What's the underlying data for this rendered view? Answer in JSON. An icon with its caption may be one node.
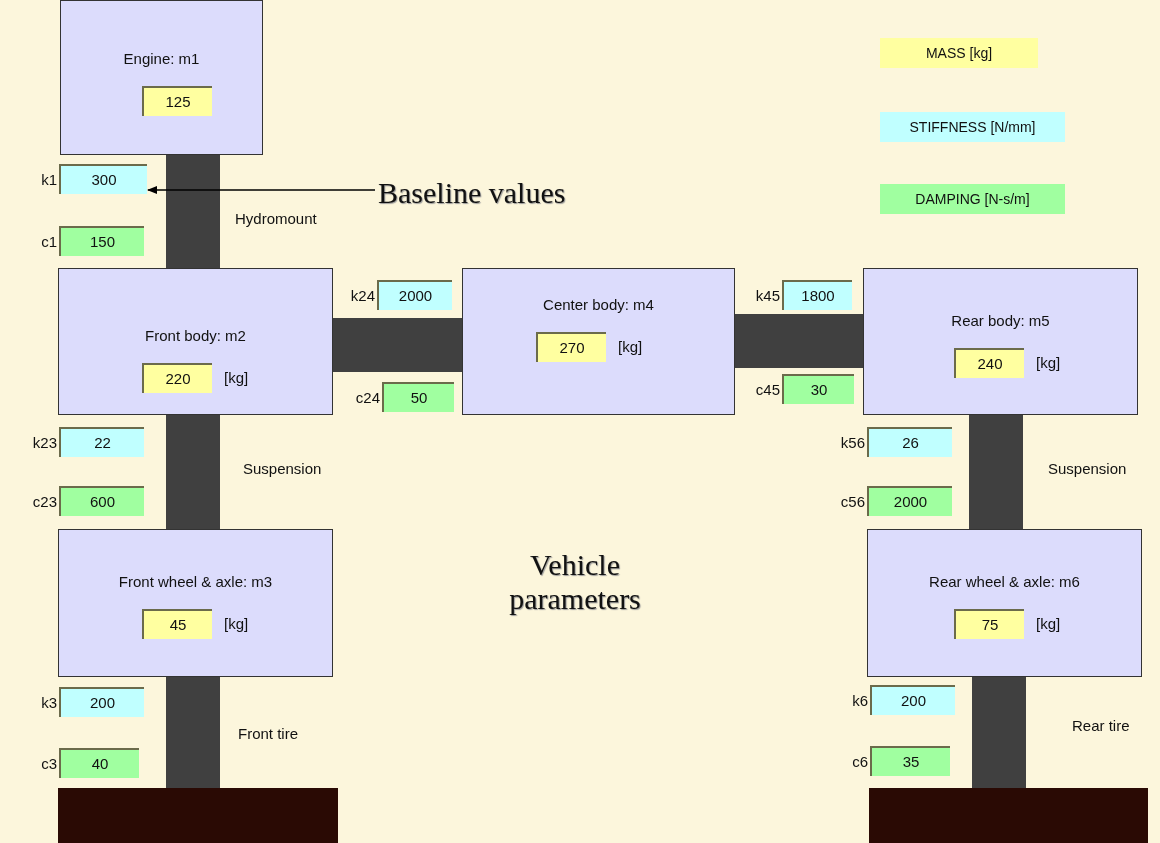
{
  "diagram": {
    "nodes": [
      {
        "text": [
          "Engine: m1",
          "125"
        ]
      },
      {
        "text": [
          "Front body: m2",
          "220",
          "[kg]"
        ]
      },
      {
        "text": [
          "Center body: m4",
          "270",
          "[kg]"
        ]
      },
      {
        "text": [
          "Rear body: m5",
          "240",
          "[kg]"
        ]
      },
      {
        "text": [
          "Front wheel & axle: m3",
          "45",
          "[kg]"
        ]
      },
      {
        "text": [
          "Rear wheel & axle: m6",
          "75",
          "[kg]"
        ]
      },
      {
        "text": [],
        "shape": "bar"
      },
      {
        "text": [],
        "shape": "bar"
      },
      {
        "text": [
          "300"
        ],
        "beside": [
          "k1"
        ]
      },
      {
        "text": [
          "150"
        ],
        "beside": [
          "c1"
        ]
      },
      {
        "text": [
          "2000"
        ],
        "beside": [
          "k24"
        ]
      },
      {
        "text": [
          "50"
        ],
        "beside": [
          "c24"
        ]
      },
      {
        "text": [
          "1800"
        ],
        "beside": [
          "k45"
        ]
      },
      {
        "text": [
          "30"
        ],
        "beside": [
          "c45"
        ]
      },
      {
        "text": [
          "22"
        ],
        "beside": [
          "k23"
        ]
      },
      {
        "text": [
          "600"
        ],
        "beside": [
          "c23"
        ]
      },
      {
        "text": [
          "26"
        ],
        "beside": [
          "k56"
        ]
      },
      {
        "text": [
          "2000"
        ],
        "beside": [
          "c56"
        ]
      },
      {
        "text": [
          "200"
        ],
        "beside": [
          "k3"
        ]
      },
      {
        "text": [
          "40"
        ],
        "beside": [
          "c3"
        ]
      },
      {
        "text": [
          "200"
        ],
        "beside": [
          "k6"
        ]
      },
      {
        "text": [
          "35"
        ],
        "beside": [
          "c6"
        ]
      },
      {
        "text": [
          "Baseline values"
        ]
      }
    ],
    "edges": [
      {
        "from": 0,
        "to": 1,
        "arrow": "none",
        "label": "Hydromount"
      },
      {
        "from": 1,
        "to": 2,
        "arrow": "none"
      },
      {
        "from": 2,
        "to": 3,
        "arrow": "none"
      },
      {
        "from": 1,
        "to": 4,
        "arrow": "none",
        "label": "Suspension"
      },
      {
        "from": 3,
        "to": 5,
        "arrow": "none",
        "label": "Suspension"
      },
      {
        "from": 4,
        "to": 6,
        "arrow": "none",
        "label": "Front tire"
      },
      {
        "from": 5,
        "to": 7,
        "arrow": "none",
        "label": "Rear tire"
      },
      {
        "from": 22,
        "to": 8,
        "arrow": "to"
      }
    ],
    "labels": [
      "Vehicle parameters"
    ],
    "legend": [
      {
        "text": "MASS [kg]",
        "color": "#ffffa0"
      },
      {
        "text": "STIFFNESS [N/mm]",
        "color": "#c0ffff"
      },
      {
        "text": "DAMPING [N-s/m]",
        "color": "#a0ffa0"
      }
    ]
  }
}
